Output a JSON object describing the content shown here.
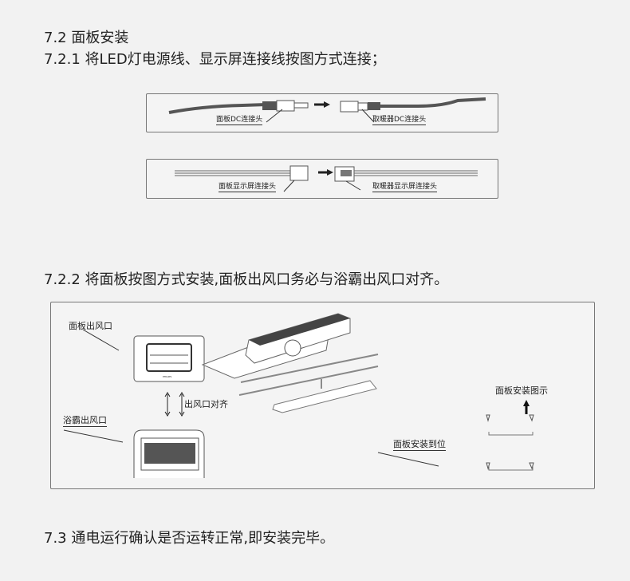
{
  "sections": {
    "s72": "7.2 面板安装",
    "s721": "7.2.1 将LED灯电源线、显示屏连接线按图方式连接；",
    "s722": "7.2.2 将面板按图方式安装,面板出风口务必与浴霸出风口对齐。",
    "s73": "7.3 通电运行确认是否运转正常,即安装完毕。"
  },
  "fig1": {
    "left_label": "面板DC连接头",
    "right_label": "取暖器DC连接头"
  },
  "fig2": {
    "left_label": "面板显示屏连接头",
    "right_label": "取暖器显示屏连接头"
  },
  "fig3": {
    "panel_outlet": "面板出风口",
    "align": "出风口对齐",
    "heater_outlet": "浴霸出风口",
    "install_diagram": "面板安装图示",
    "installed": "面板安装到位",
    "brand": "PHILIPS"
  }
}
